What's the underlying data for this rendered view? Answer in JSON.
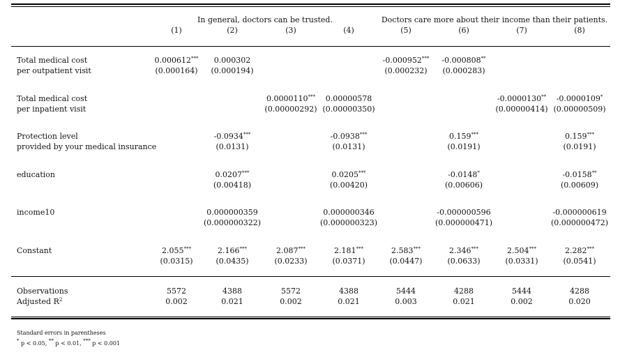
{
  "header": {
    "group1": "In general, doctors can be trusted.",
    "group2": "Doctors care more about their income than their patients.",
    "col_labels": [
      "(1)",
      "(2)",
      "(3)",
      "(4)",
      "(5)",
      "(6)",
      "(7)",
      "(8)"
    ]
  },
  "rows": [
    {
      "label_lines": [
        "Total medical cost",
        "per outpatient visit"
      ],
      "coef": [
        {
          "v": "0.000612",
          "s": "***"
        },
        {
          "v": "0.000302",
          "s": ""
        },
        null,
        null,
        {
          "v": "-0.000952",
          "s": "***"
        },
        {
          "v": "-0.000808",
          "s": "**"
        },
        null,
        null
      ],
      "se": [
        "(0.000164)",
        "(0.000194)",
        null,
        null,
        "(0.000232)",
        "(0.000283)",
        null,
        null
      ]
    },
    {
      "label_lines": [
        "Total medical cost",
        "per inpatient visit"
      ],
      "coef": [
        null,
        null,
        {
          "v": "0.0000110",
          "s": "***"
        },
        {
          "v": "0.00000578",
          "s": ""
        },
        null,
        null,
        {
          "v": "-0.0000130",
          "s": "**"
        },
        {
          "v": "-0.0000109",
          "s": "*"
        }
      ],
      "se": [
        null,
        null,
        "(0.00000292)",
        "(0.00000350)",
        null,
        null,
        "(0.00000414)",
        "(0.00000509)"
      ]
    },
    {
      "label_lines": [
        "Protection level",
        "provided by your medical insurance"
      ],
      "coef": [
        null,
        {
          "v": "-0.0934",
          "s": "***"
        },
        null,
        {
          "v": "-0.0938",
          "s": "***"
        },
        null,
        {
          "v": "0.159",
          "s": "***"
        },
        null,
        {
          "v": "0.159",
          "s": "***"
        }
      ],
      "se": [
        null,
        "(0.0131)",
        null,
        "(0.0131)",
        null,
        "(0.0191)",
        null,
        "(0.0191)"
      ]
    },
    {
      "label_lines": [
        "education"
      ],
      "coef": [
        null,
        {
          "v": "0.0207",
          "s": "***"
        },
        null,
        {
          "v": "0.0205",
          "s": "***"
        },
        null,
        {
          "v": "-0.0148",
          "s": "*"
        },
        null,
        {
          "v": "-0.0158",
          "s": "**"
        }
      ],
      "se": [
        null,
        "(0.00418)",
        null,
        "(0.00420)",
        null,
        "(0.00606)",
        null,
        "(0.00609)"
      ]
    },
    {
      "label_lines": [
        "income10"
      ],
      "coef": [
        null,
        {
          "v": "0.000000359",
          "s": ""
        },
        null,
        {
          "v": "0.000000346",
          "s": ""
        },
        null,
        {
          "v": "-0.000000596",
          "s": ""
        },
        null,
        {
          "v": "-0.000000619",
          "s": ""
        }
      ],
      "se": [
        null,
        "(0.000000322)",
        null,
        "(0.000000323)",
        null,
        "(0.000000471)",
        null,
        "(0.000000472)"
      ]
    },
    {
      "label_lines": [
        "Constant"
      ],
      "coef": [
        {
          "v": "2.055",
          "s": "***"
        },
        {
          "v": "2.166",
          "s": "***"
        },
        {
          "v": "2.087",
          "s": "***"
        },
        {
          "v": "2.181",
          "s": "***"
        },
        {
          "v": "2.583",
          "s": "***"
        },
        {
          "v": "2.346",
          "s": "***"
        },
        {
          "v": "2.504",
          "s": "***"
        },
        {
          "v": "2.282",
          "s": "***"
        }
      ],
      "se": [
        "(0.0315)",
        "(0.0435)",
        "(0.0233)",
        "(0.0371)",
        "(0.0447)",
        "(0.0633)",
        "(0.0331)",
        "(0.0541)"
      ]
    }
  ],
  "stats": [
    {
      "label": "Observations",
      "label_sup": "",
      "values": [
        "5572",
        "4388",
        "5572",
        "4388",
        "5444",
        "4288",
        "5444",
        "4288"
      ]
    },
    {
      "label": "Adjusted R",
      "label_sup": "2",
      "values": [
        "0.002",
        "0.021",
        "0.002",
        "0.021",
        "0.003",
        "0.021",
        "0.002",
        "0.020"
      ]
    }
  ],
  "notes": {
    "line1": "Standard errors in parentheses",
    "line2": [
      {
        "sup": "*",
        "text": " p < 0.05, "
      },
      {
        "sup": "**",
        "text": " p < 0.01, "
      },
      {
        "sup": "***",
        "text": " p < 0.001"
      }
    ]
  }
}
